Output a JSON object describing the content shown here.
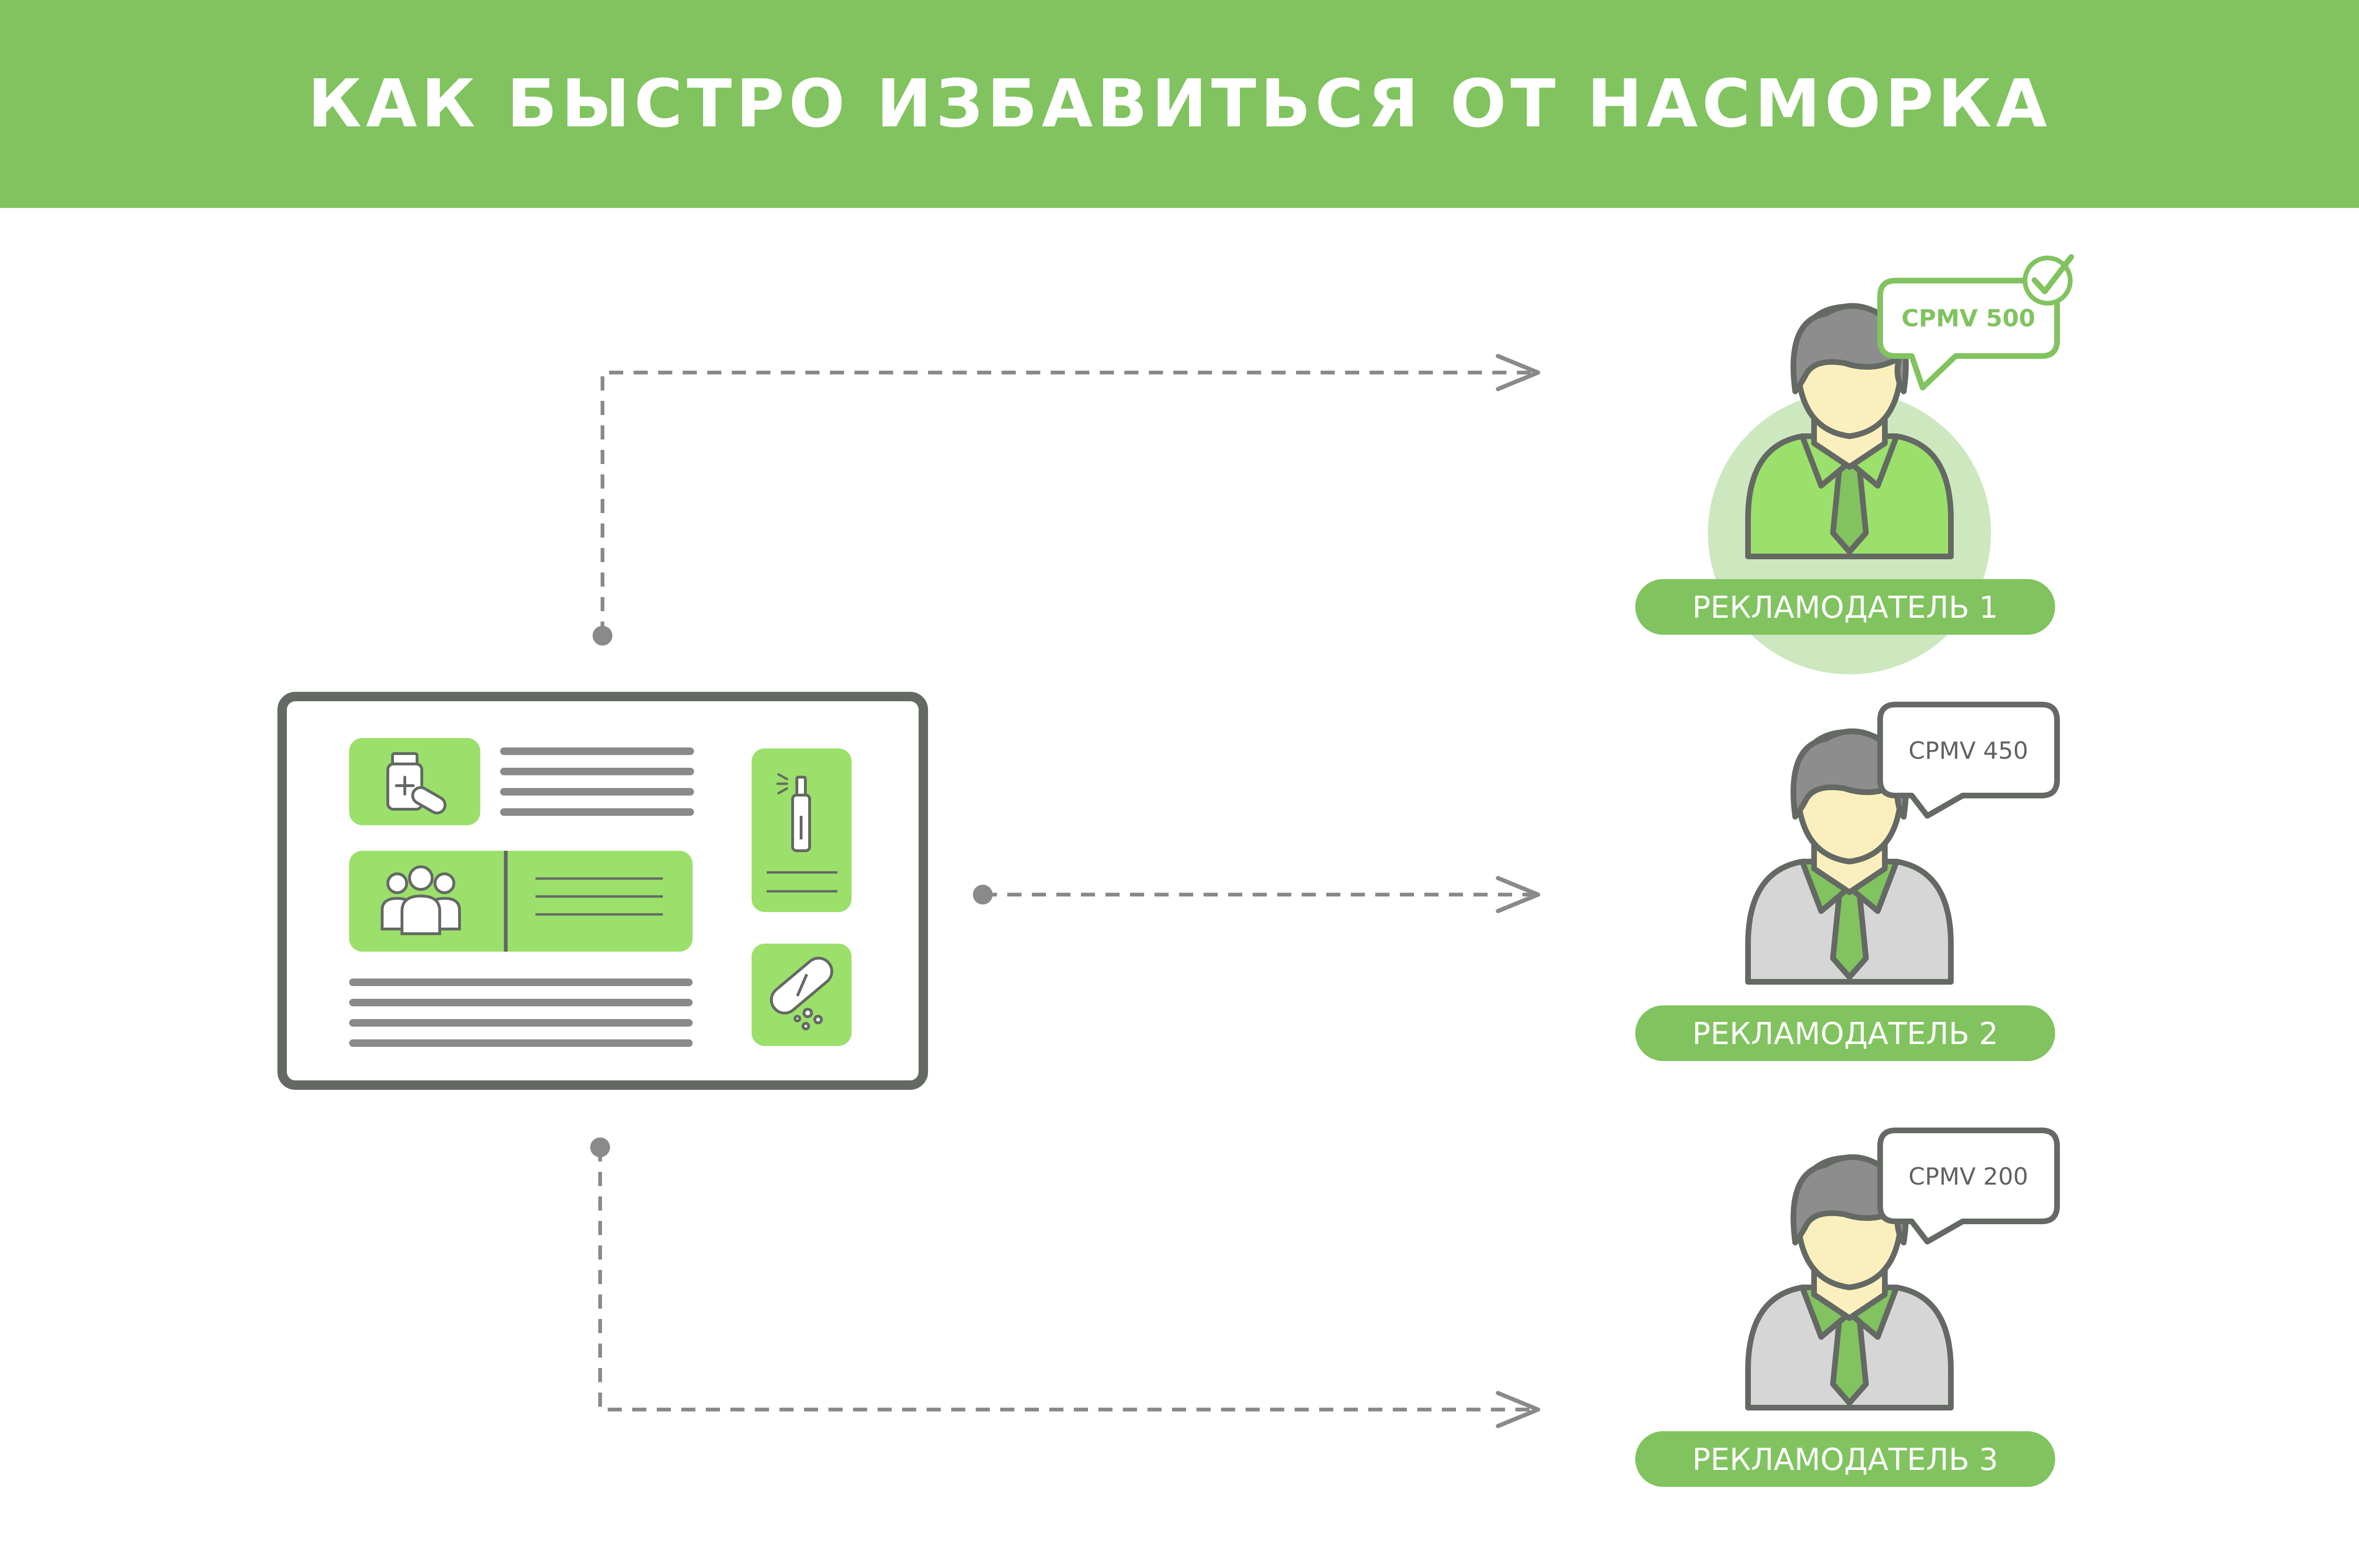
{
  "title": "КАК БЫСТРО ИЗБАВИТЬСЯ ОТ НАСМОРКА",
  "colors": {
    "header_green": "#80c35f",
    "light_green": "#9be06a",
    "pill_green": "#81c35f",
    "winner_halo": "#cde8bf",
    "dark_gray": "#646964",
    "dash_gray": "#8a8a8a",
    "bubble_text_gray": "#5f635f",
    "skin": "#fbf0bd",
    "hair": "#8d8d8d",
    "shirt_gray": "#d6d6d6"
  },
  "source_page": {
    "icons": [
      "medicine-bottle-icon",
      "people-group-icon",
      "nasal-spray-icon",
      "capsule-icon"
    ]
  },
  "advertisers": [
    {
      "label": "РЕКЛАМОДАТЕЛЬ 1",
      "bid": "CPMV 500",
      "winner": true
    },
    {
      "label": "РЕКЛАМОДАТЕЛЬ 2",
      "bid": "CPMV 450",
      "winner": false
    },
    {
      "label": "РЕКЛАМОДАТЕЛЬ 3",
      "bid": "CPMV 200",
      "winner": false
    }
  ]
}
